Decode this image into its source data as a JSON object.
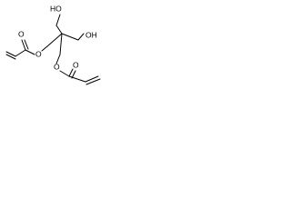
{
  "molecule": {
    "labels": {
      "ho_top": "HO",
      "oh_right": "OH",
      "o_left_carbonyl": "O",
      "o_left_ester": "O",
      "o_right_ester": "O",
      "o_right_carbonyl": "O"
    }
  },
  "colors": {
    "bond": "#000000",
    "background": "#ffffff"
  }
}
